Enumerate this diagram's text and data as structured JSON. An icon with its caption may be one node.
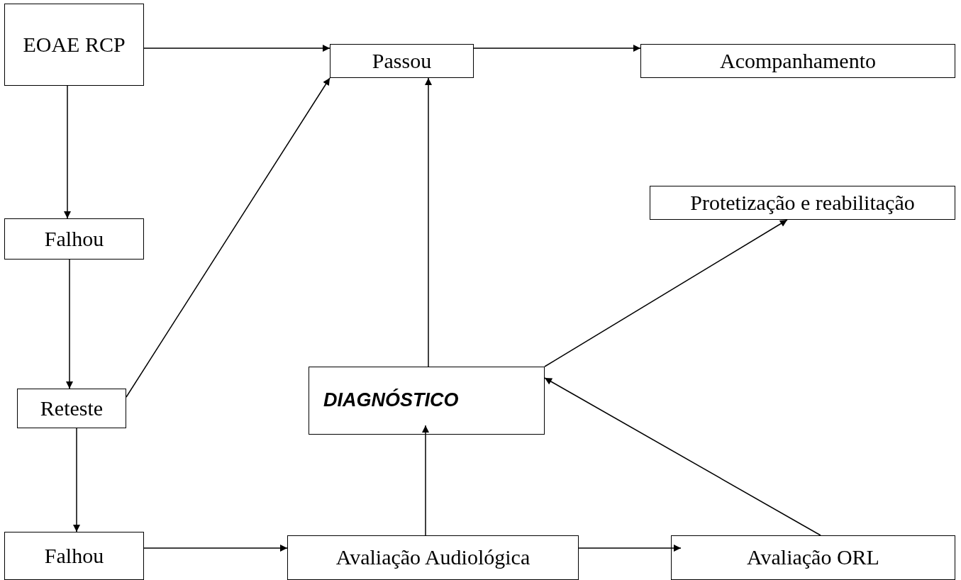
{
  "diagram": {
    "nodes": [
      {
        "text": [
          "EOAE RCP"
        ]
      },
      {
        "text": [
          "Passou"
        ]
      },
      {
        "text": [
          "Acompanhamento"
        ]
      },
      {
        "text": [
          "Protetização e reabilitação"
        ]
      },
      {
        "text": [
          "Falhou"
        ]
      },
      {
        "text": [
          "Reteste"
        ]
      },
      {
        "text": [
          "DIAGNÓSTICO"
        ]
      },
      {
        "text": [
          "Falhou"
        ]
      },
      {
        "text": [
          "Avaliação Audiológica"
        ]
      },
      {
        "text": [
          "Avaliação ORL"
        ]
      }
    ],
    "edges": [
      {
        "from": 0,
        "to": 1,
        "arrow": "to"
      },
      {
        "from": 1,
        "to": 2,
        "arrow": "to"
      },
      {
        "from": 0,
        "to": 4,
        "arrow": "to"
      },
      {
        "from": 4,
        "to": 5,
        "arrow": "to"
      },
      {
        "from": 5,
        "to": 1,
        "arrow": "to"
      },
      {
        "from": 5,
        "to": 7,
        "arrow": "to"
      },
      {
        "from": 7,
        "to": 8,
        "arrow": "to"
      },
      {
        "from": 8,
        "to": 9,
        "arrow": "to"
      },
      {
        "from": 8,
        "to": 6,
        "arrow": "to"
      },
      {
        "from": 6,
        "to": 1,
        "arrow": "to"
      },
      {
        "from": 6,
        "to": 3,
        "arrow": "to"
      },
      {
        "from": 9,
        "to": 6,
        "arrow": "to"
      }
    ]
  }
}
